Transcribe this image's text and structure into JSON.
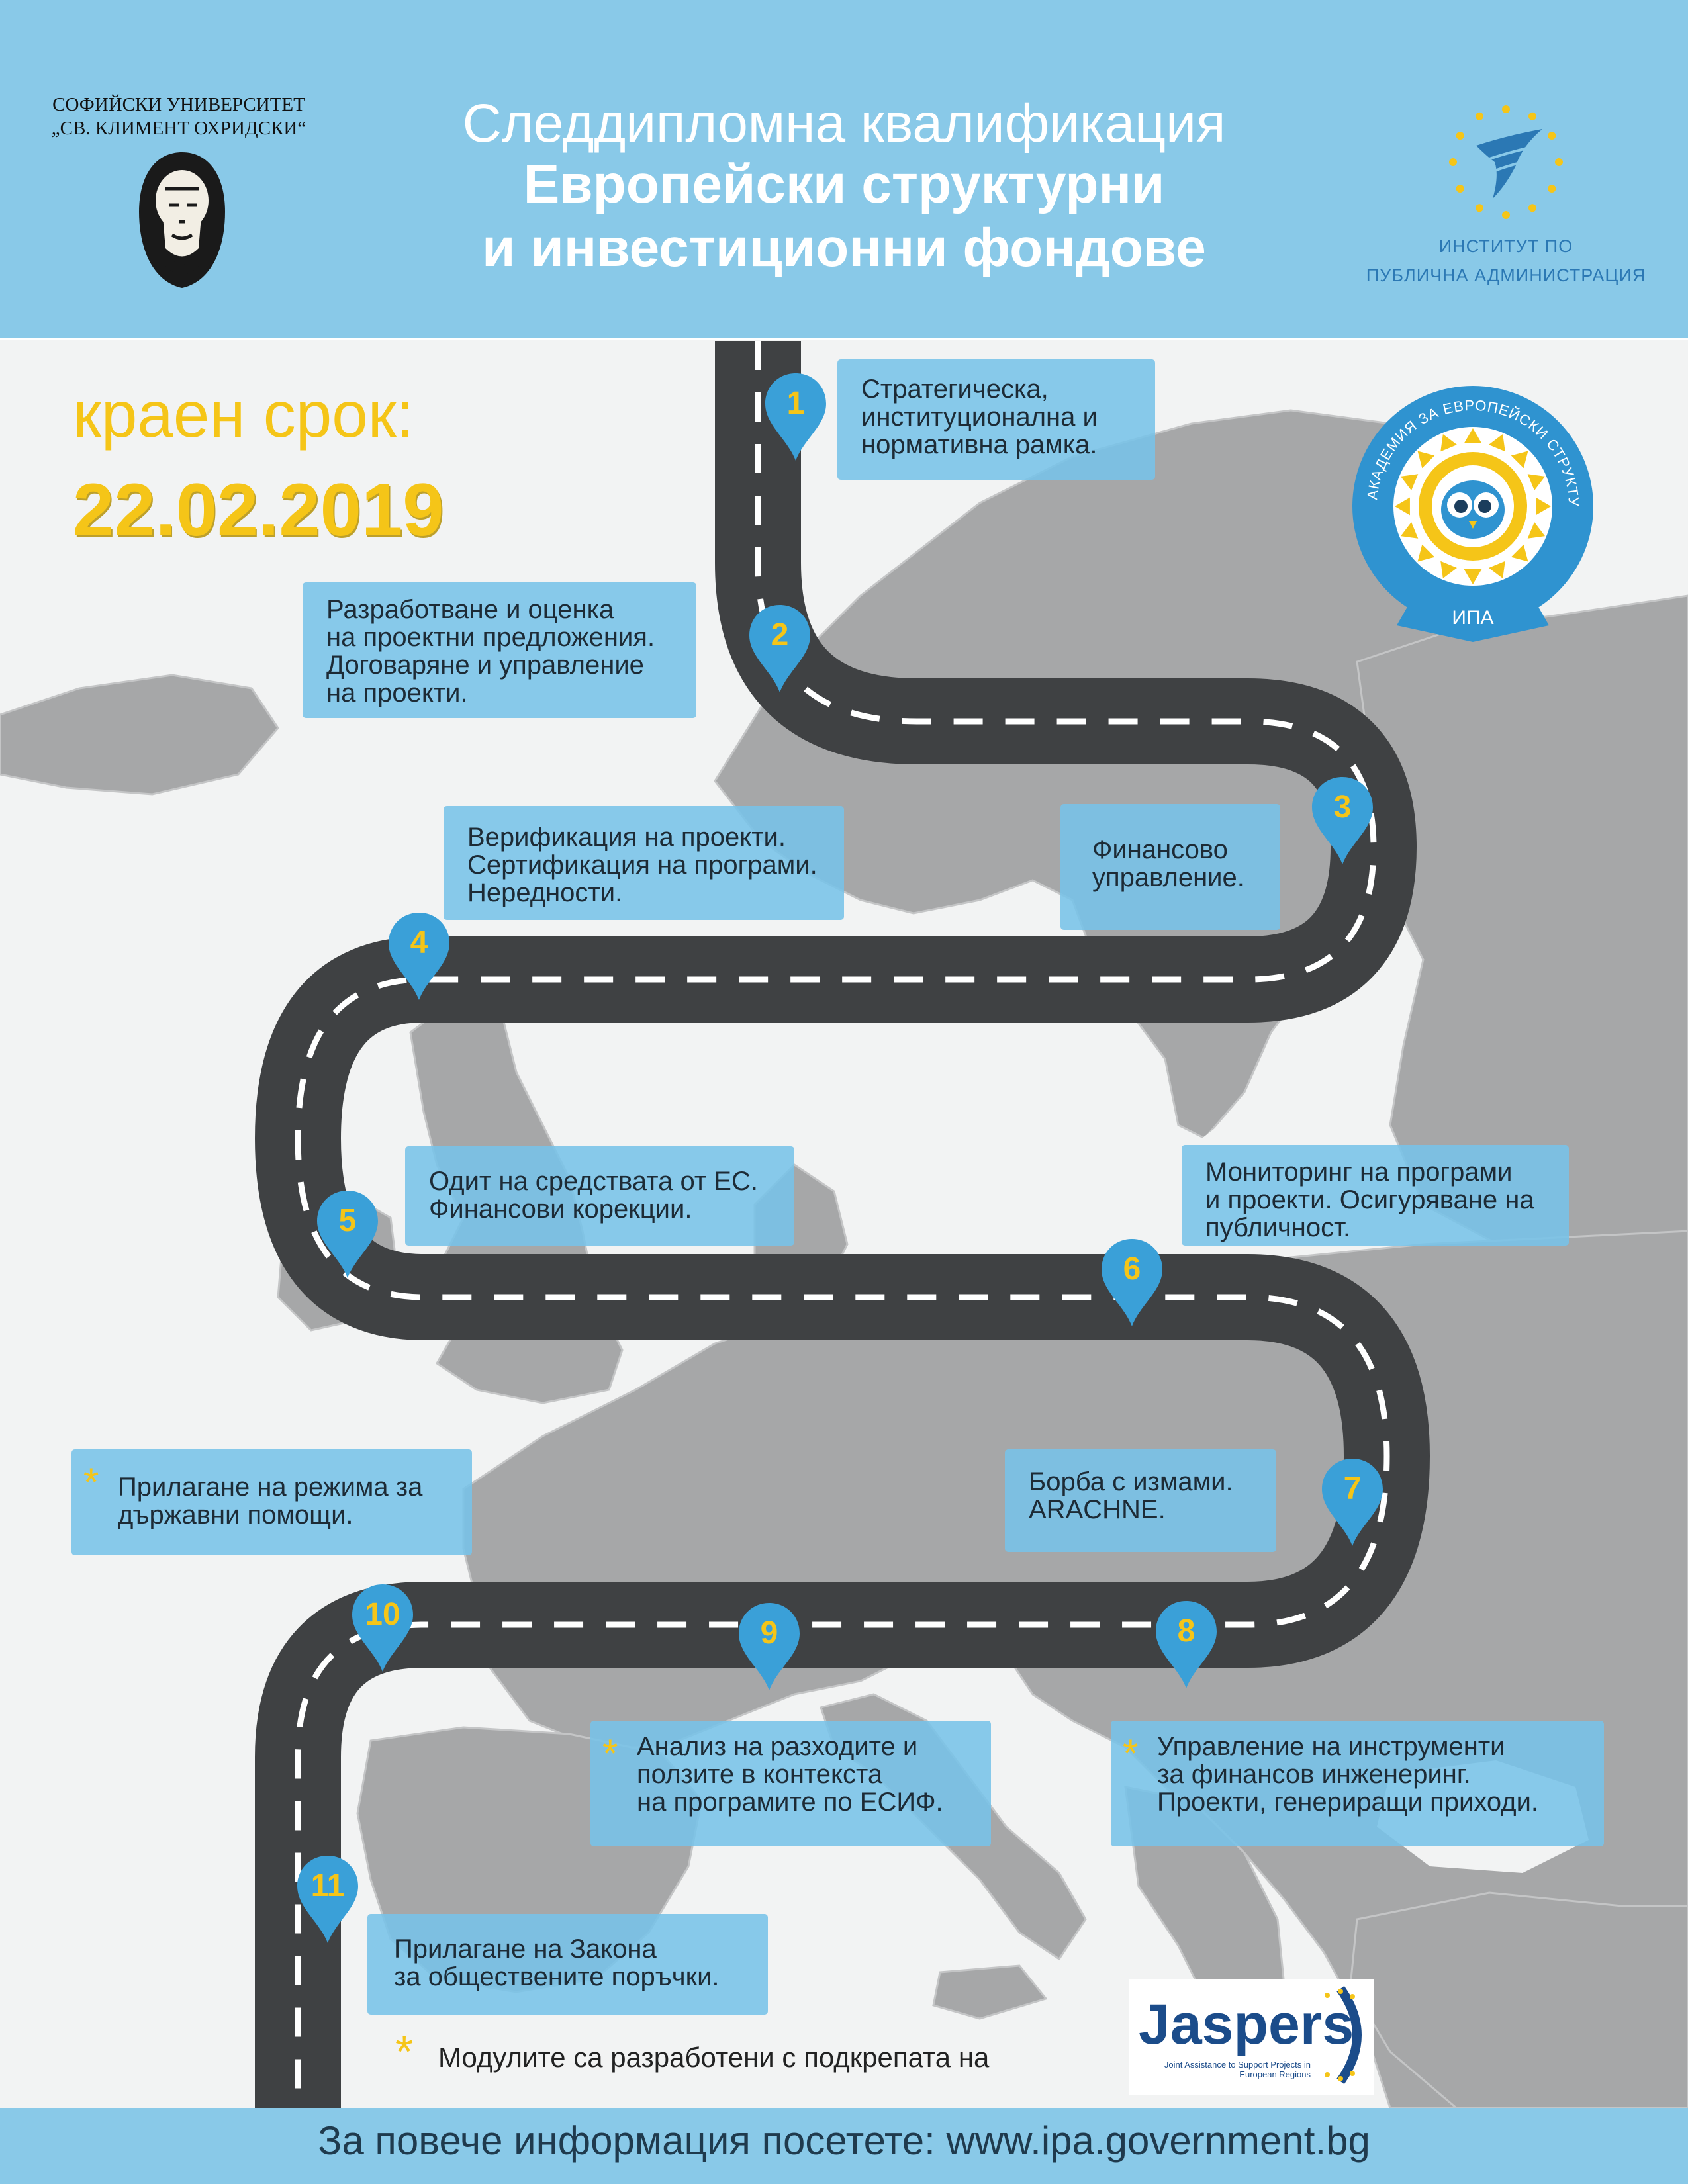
{
  "header": {
    "title_line1": "Следдипломна квалификация",
    "title_line2": "Европейски структурни",
    "title_line3": "и инвестиционни фондове",
    "university": {
      "line1": "СОФИЙСКИ УНИВЕРСИТЕТ",
      "line2": "„СВ. КЛИМЕНТ ОХРИДСКИ“",
      "seal_icon": "saint-kliment-seal-icon"
    },
    "institute": {
      "line1": "ИНСТИТУТ ПО",
      "line2": "ПУБЛИЧНА АДМИНИСТРАЦИЯ",
      "logo_icon": "eu-stars-bird-logo-icon"
    }
  },
  "deadline": {
    "label": "краен срок:",
    "date": "22.02.2019"
  },
  "badge": {
    "ring_text": "АКАДЕМИЯ ЗА ЕВРОПЕЙСКИ СТРУКТУРНИ И ИНВЕСТИЦИОННИ ФОНДОВЕ",
    "abbr": "ИПА",
    "icon": "owl-sun-icon"
  },
  "modules": [
    {
      "num": "1",
      "lines": [
        "Стратегическа,",
        "институционална и",
        "нормативна рамка."
      ],
      "star": false
    },
    {
      "num": "2",
      "lines": [
        "Разработване и оценка",
        "на проектни предложения.",
        "Договаряне и управление",
        "на проекти."
      ],
      "star": false
    },
    {
      "num": "3",
      "lines": [
        "Финансово",
        "управление."
      ],
      "star": false
    },
    {
      "num": "4",
      "lines": [
        "Верификация на проекти.",
        "Сертификация на програми.",
        "Нередности."
      ],
      "star": false
    },
    {
      "num": "5",
      "lines": [
        "Одит на средствата от ЕС.",
        "Финансови корекции."
      ],
      "star": false
    },
    {
      "num": "6",
      "lines": [
        "Мониторинг на програми",
        "и проекти. Осигуряване на",
        "публичност."
      ],
      "star": false
    },
    {
      "num": "7",
      "lines": [
        "Борба с измами.",
        "ARACHNE."
      ],
      "star": false
    },
    {
      "num": "8",
      "lines": [
        "Управление на инструменти",
        "за финансов инженеринг.",
        "Проекти, генериращи приходи."
      ],
      "star": true
    },
    {
      "num": "9",
      "lines": [
        "Анализ на разходите и",
        "ползите в контекста",
        "на програмите по ЕСИФ."
      ],
      "star": true
    },
    {
      "num": "10",
      "lines": [
        "Прилагане на режима за",
        "държавни помощи."
      ],
      "star": true
    },
    {
      "num": "11",
      "lines": [
        "Прилагане на Закона",
        "за обществените поръчки."
      ],
      "star": false
    }
  ],
  "footnote": {
    "star": "*",
    "text": "Модулите са разработени с подкрепата на",
    "partner": "Jaspers",
    "partner_sub": "Joint Assistance to Support Projects in European Regions"
  },
  "footer": {
    "text": "За повече информация посетете: www.ipa.government.bg"
  },
  "colors": {
    "header_bg": "#89c9e8",
    "accent_yellow": "#f5c518",
    "road": "#3f4143",
    "pin": "#3aa0d8",
    "info_box": "#77c3e8",
    "map_land": "#a6a7a8",
    "map_sea": "#f2f3f3"
  }
}
